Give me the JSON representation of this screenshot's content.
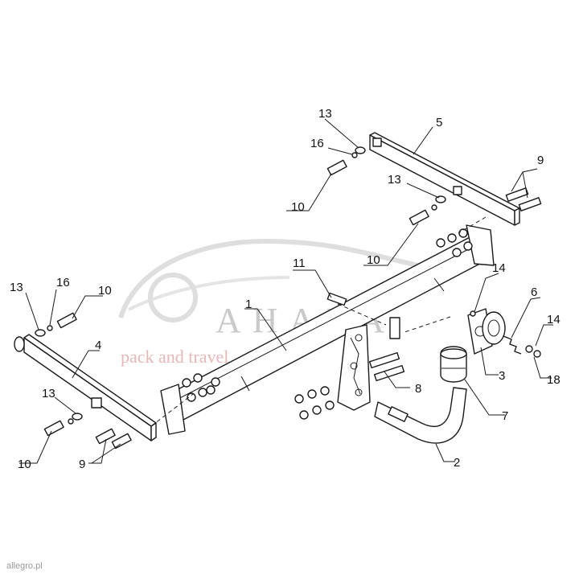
{
  "watermark": {
    "brand": "AHALA",
    "tagline": "pack and travel"
  },
  "credit": "allegro.pl",
  "callouts": {
    "n1": "1",
    "n2": "2",
    "n3": "3",
    "n4": "4",
    "n5": "5",
    "n6": "6",
    "n7": "7",
    "n8": "8",
    "n9_right": "9",
    "n9_left": "9",
    "n10_top": "10",
    "n10_mid": "10",
    "n10_left_mid": "10",
    "n10_bottom": "10",
    "n11": "11",
    "n13_top": "13",
    "n13_mid": "13",
    "n13_left": "13",
    "n13_bottom": "13",
    "n14_top": "14",
    "n14_bottom": "14",
    "n16_top": "16",
    "n16_left": "16",
    "n18": "18"
  }
}
